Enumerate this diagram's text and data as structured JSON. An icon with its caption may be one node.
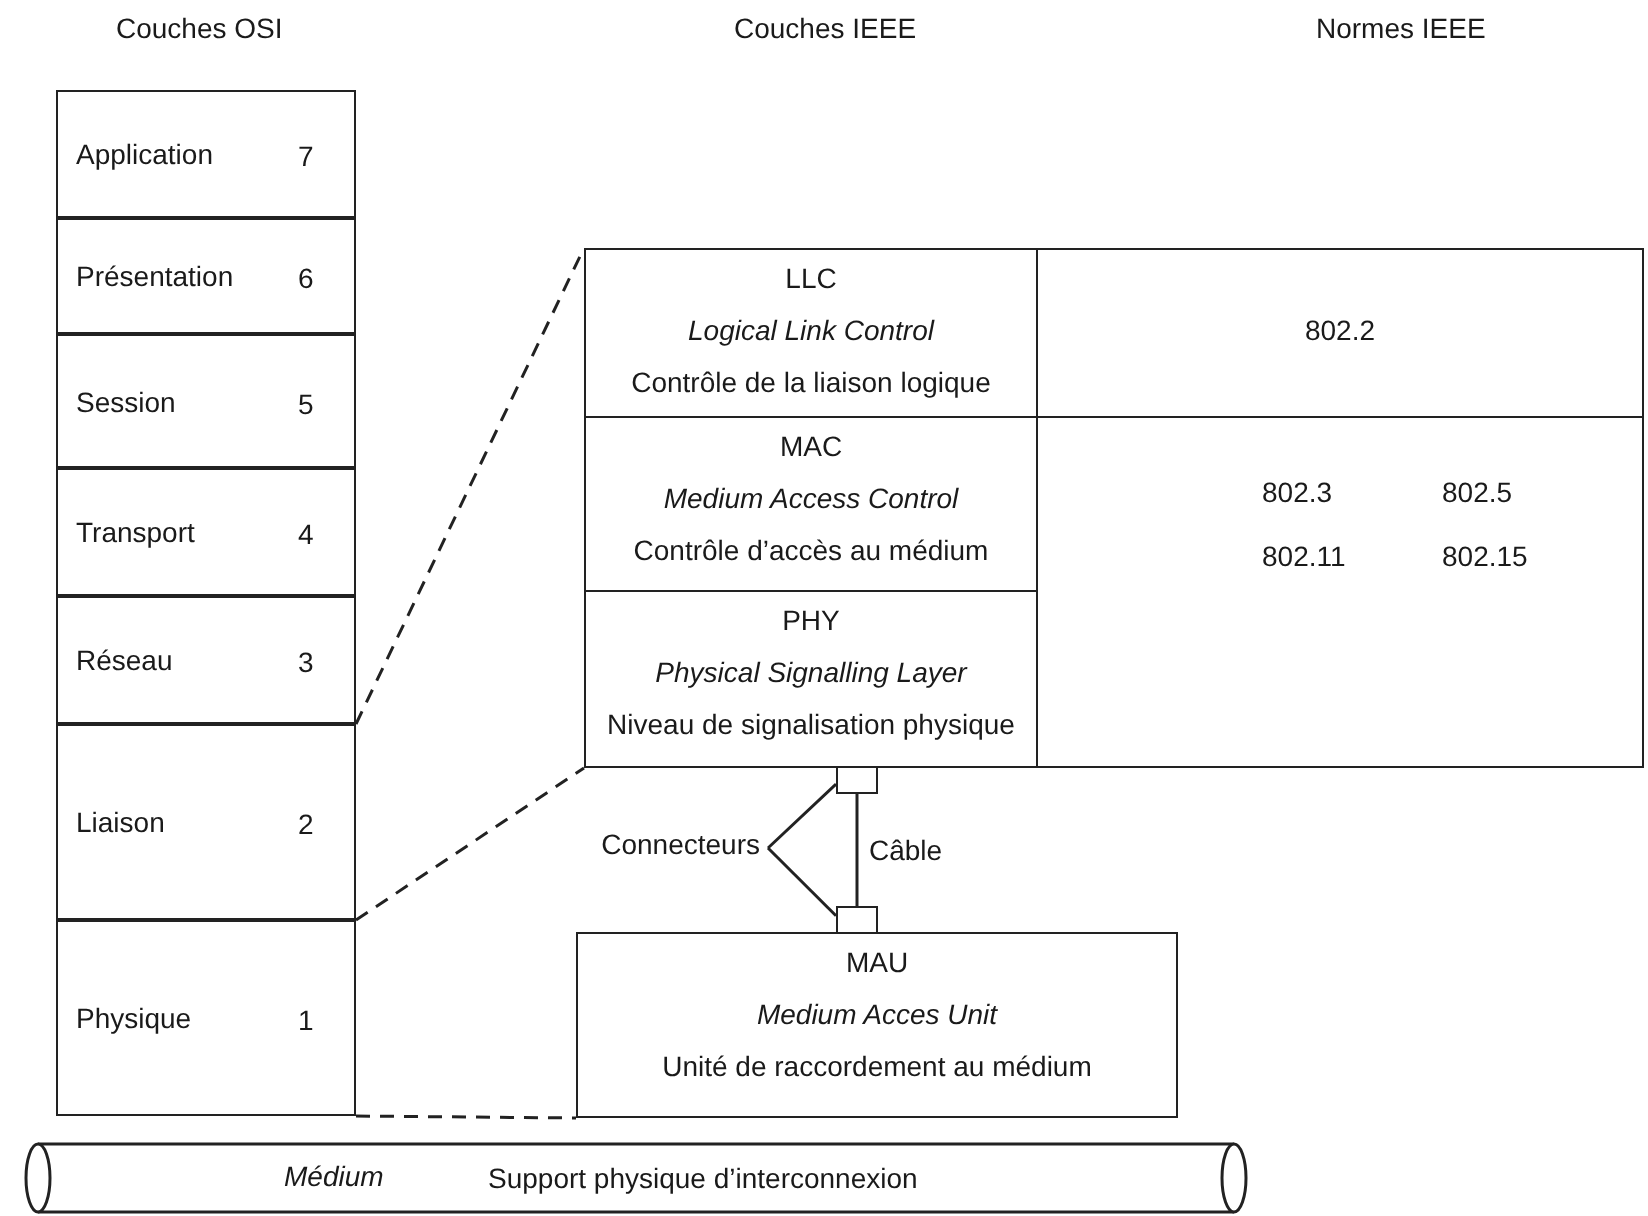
{
  "diagram": {
    "nodes": [
      {
        "text": [
          "Application",
          "7"
        ]
      },
      {
        "text": [
          "Présentation",
          "6"
        ]
      },
      {
        "text": [
          "Session",
          "5"
        ]
      },
      {
        "text": [
          "Transport",
          "4"
        ]
      },
      {
        "text": [
          "Réseau",
          "3"
        ]
      },
      {
        "text": [
          "Liaison",
          "2"
        ]
      },
      {
        "text": [
          "Physique",
          "1"
        ]
      },
      {
        "text": [
          "LLC",
          "Logical Link Control",
          "Contrôle de la liaison logique"
        ]
      },
      {
        "text": [
          "MAC",
          "Medium Access Control",
          "Contrôle d’accès au médium"
        ]
      },
      {
        "text": [
          "PHY",
          "Physical Signalling Layer",
          "Niveau de signalisation physique"
        ]
      },
      {
        "text": [
          "802.2"
        ]
      },
      {
        "text": [
          "802.3",
          "802.5",
          "802.11",
          "802.15"
        ]
      },
      {
        "text": [],
        "shape": "box"
      },
      {
        "text": [
          "Connecteurs"
        ]
      },
      {
        "text": [],
        "shape": "box"
      },
      {
        "text": [
          "MAU",
          "Medium Acces Unit",
          "Unité de raccordement au médium"
        ]
      },
      {
        "text": [
          "Médium",
          "Support physique d’interconnexion"
        ]
      }
    ],
    "edges": [
      {
        "from": 5,
        "to": 7,
        "arrow": "none",
        "style": "dashed"
      },
      {
        "from": 5,
        "to": 9,
        "arrow": "none",
        "style": "dashed"
      },
      {
        "from": 6,
        "to": 15,
        "arrow": "none",
        "style": "dashed"
      },
      {
        "from": 13,
        "to": 12,
        "arrow": "none"
      },
      {
        "from": 13,
        "to": 14,
        "arrow": "none"
      },
      {
        "from": 12,
        "to": 14,
        "arrow": "none",
        "label": "Câble"
      }
    ],
    "labels": [
      "Couches OSI",
      "Couches IEEE",
      "Normes IEEE"
    ]
  }
}
